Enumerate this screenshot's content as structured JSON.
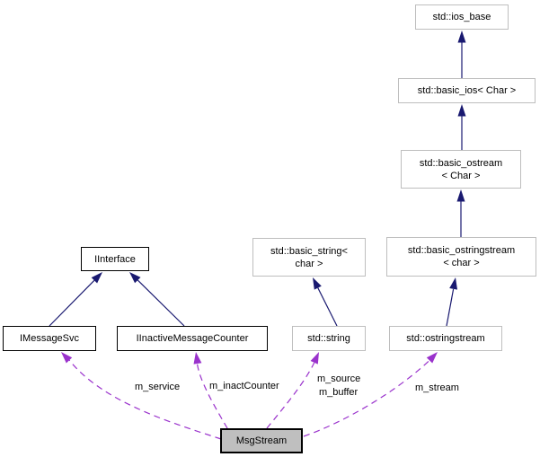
{
  "diagram": {
    "type": "doxygen-collaboration-graph",
    "focus_class": "MsgStream"
  },
  "colors": {
    "inheritance_edge": "#191970",
    "usage_edge": "#9a32cc",
    "external_node_border": "#bebebe",
    "internal_node_border": "#000000",
    "focus_node_fill": "#bfbfbf",
    "node_fill": "#ffffff",
    "text": "#000000",
    "background": "#ffffff"
  },
  "nodes": [
    {
      "id": "std-ios-base",
      "kind": "external",
      "lines": [
        "std::ios_base"
      ]
    },
    {
      "id": "std-basic-ios",
      "kind": "external",
      "lines": [
        "std::basic_ios< Char >"
      ]
    },
    {
      "id": "std-basic-ostream",
      "kind": "external",
      "lines": [
        "std::basic_ostream",
        "< Char >"
      ]
    },
    {
      "id": "std-basic-ostringstream",
      "kind": "external",
      "lines": [
        "std::basic_ostringstream",
        "< char >"
      ]
    },
    {
      "id": "std-basic-string",
      "kind": "external",
      "lines": [
        "std::basic_string<",
        "char >"
      ]
    },
    {
      "id": "IInterface",
      "kind": "internal",
      "lines": [
        "IInterface"
      ]
    },
    {
      "id": "IMessageSvc",
      "kind": "internal",
      "lines": [
        "IMessageSvc"
      ]
    },
    {
      "id": "IInactiveMessageCounter",
      "kind": "internal",
      "lines": [
        "IInactiveMessageCounter"
      ]
    },
    {
      "id": "std-string",
      "kind": "external",
      "lines": [
        "std::string"
      ]
    },
    {
      "id": "std-ostringstream",
      "kind": "external",
      "lines": [
        "std::ostringstream"
      ]
    },
    {
      "id": "MsgStream",
      "kind": "focus",
      "lines": [
        "MsgStream"
      ]
    }
  ],
  "edges": {
    "inheritance": [
      {
        "from": "std::basic_ios< Char >",
        "to": "std::ios_base"
      },
      {
        "from": "std::basic_ostream< Char >",
        "to": "std::basic_ios< Char >"
      },
      {
        "from": "std::basic_ostringstream< char >",
        "to": "std::basic_ostream< Char >"
      },
      {
        "from": "std::ostringstream",
        "to": "std::basic_ostringstream< char >"
      },
      {
        "from": "std::string",
        "to": "std::basic_string< char >"
      },
      {
        "from": "IMessageSvc",
        "to": "IInterface"
      },
      {
        "from": "IInactiveMessageCounter",
        "to": "IInterface"
      }
    ],
    "usage": [
      {
        "from": "MsgStream",
        "to": "IMessageSvc",
        "labels": [
          "m_service"
        ]
      },
      {
        "from": "MsgStream",
        "to": "IInactiveMessageCounter",
        "labels": [
          "m_inactCounter"
        ]
      },
      {
        "from": "MsgStream",
        "to": "std::string",
        "labels": [
          "m_source",
          "m_buffer"
        ]
      },
      {
        "from": "MsgStream",
        "to": "std::ostringstream",
        "labels": [
          "m_stream"
        ]
      }
    ]
  }
}
